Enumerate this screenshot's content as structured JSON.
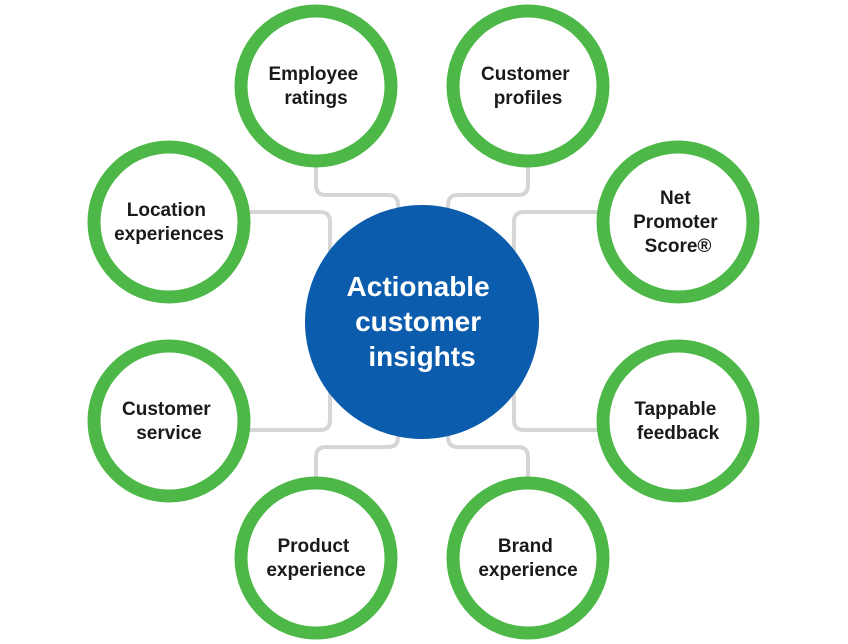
{
  "hub": {
    "lines": [
      "Actionable",
      "customer",
      "insights"
    ],
    "color": "#0b5cad"
  },
  "colors": {
    "node_ring": "#4db848",
    "connector": "#d6d6d6",
    "label_text": "#1a1a1a"
  },
  "nodes": [
    {
      "id": "employee-ratings",
      "lines": [
        "Employee",
        "ratings"
      ]
    },
    {
      "id": "customer-profiles",
      "lines": [
        "Customer",
        "profiles"
      ]
    },
    {
      "id": "location-experiences",
      "lines": [
        "Location",
        "experiences"
      ]
    },
    {
      "id": "net-promoter-score",
      "lines": [
        "Net",
        "Promoter",
        "Score®"
      ]
    },
    {
      "id": "customer-service",
      "lines": [
        "Customer",
        "service"
      ]
    },
    {
      "id": "tappable-feedback",
      "lines": [
        "Tappable",
        "feedback"
      ]
    },
    {
      "id": "product-experience",
      "lines": [
        "Product",
        "experience"
      ]
    },
    {
      "id": "brand-experience",
      "lines": [
        "Brand",
        "experience"
      ]
    }
  ]
}
